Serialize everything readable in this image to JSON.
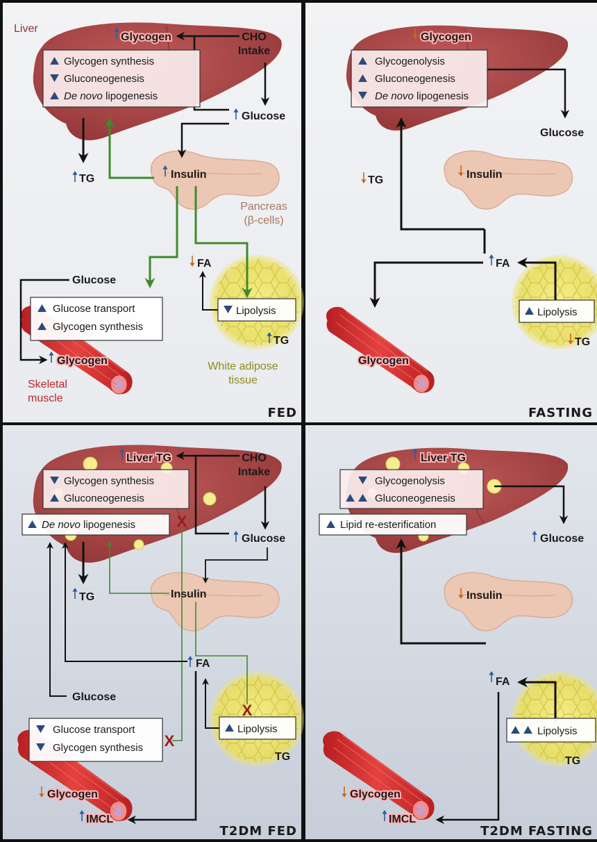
{
  "panels": {
    "fed": {
      "corner": "FED",
      "organs": {
        "liver": "Liver",
        "pancreas_1": "Pancreas",
        "pancreas_2": "(β-cells)",
        "wat_1": "White adipose",
        "wat_2": "tissue",
        "muscle_1": "Skeletal",
        "muscle_2": "muscle"
      },
      "liver_box": [
        "Glycogen synthesis",
        "Gluconeogenesis",
        "lipogenesis"
      ],
      "de_novo": "De novo",
      "cho_1": "CHO",
      "cho_2": "Intake",
      "glycogen_liver": "Glycogen",
      "glucose_liver": "Glucose",
      "tg": "TG",
      "insulin": "Insulin",
      "glucose_muscle": "Glucose",
      "muscle_box": [
        "Glucose transport",
        "Glycogen synthesis"
      ],
      "glycogen_muscle": "Glycogen",
      "fa": "FA",
      "lipolysis": "Lipolysis",
      "tg_adipose": "TG"
    },
    "fasting": {
      "corner": "FASTING",
      "glycogen_liver": "Glycogen",
      "liver_box": [
        "Glycogenolysis",
        "Gluconeogenesis",
        "lipogenesis"
      ],
      "de_novo": "De novo",
      "glucose": "Glucose",
      "tg": "TG",
      "insulin": "Insulin",
      "fa": "FA",
      "lipolysis": "Lipolysis",
      "tg_adipose": "TG",
      "glycogen_muscle": "Glycogen"
    },
    "t2dm_fed": {
      "corner": "T2DM FED",
      "liver_tg": "Liver TG",
      "cho_1": "CHO",
      "cho_2": "Intake",
      "liver_box": [
        "Glycogen synthesis",
        "Gluconeogenesis"
      ],
      "de_novo_box": "lipogenesis",
      "de_novo": "De novo",
      "glucose_liver": "Glucose",
      "tg": "TG",
      "insulin": "Insulin",
      "fa": "FA",
      "glucose_left": "Glucose",
      "muscle_box": [
        "Glucose transport",
        "Glycogen synthesis"
      ],
      "lipolysis": "Lipolysis",
      "tg_adipose": "TG",
      "glycogen_muscle": "Glycogen",
      "imcl": "IMCL",
      "block": "X"
    },
    "t2dm_fasting": {
      "corner": "T2DM FASTING",
      "liver_tg": "Liver TG",
      "liver_box": [
        "Glycogenolysis",
        "Gluconeogenesis"
      ],
      "reester": "Lipid re-esterification",
      "glucose": "Glucose",
      "insulin": "Insulin",
      "fa": "FA",
      "lipolysis": "Lipolysis",
      "tg_adipose": "TG",
      "glycogen_muscle": "Glycogen",
      "imcl": "IMCL"
    }
  },
  "colors": {
    "up_arrow": "#2d5b9e",
    "down_arrow": "#c8691c",
    "triangle": "#2b4a7c",
    "insulin_path": "#3f8a2a",
    "block_x": "#9b1b1b",
    "liver": "#a8484a",
    "pancreas": "#ecc7b3",
    "adipose": "#f3ea7a",
    "muscle": "#d9302f"
  }
}
